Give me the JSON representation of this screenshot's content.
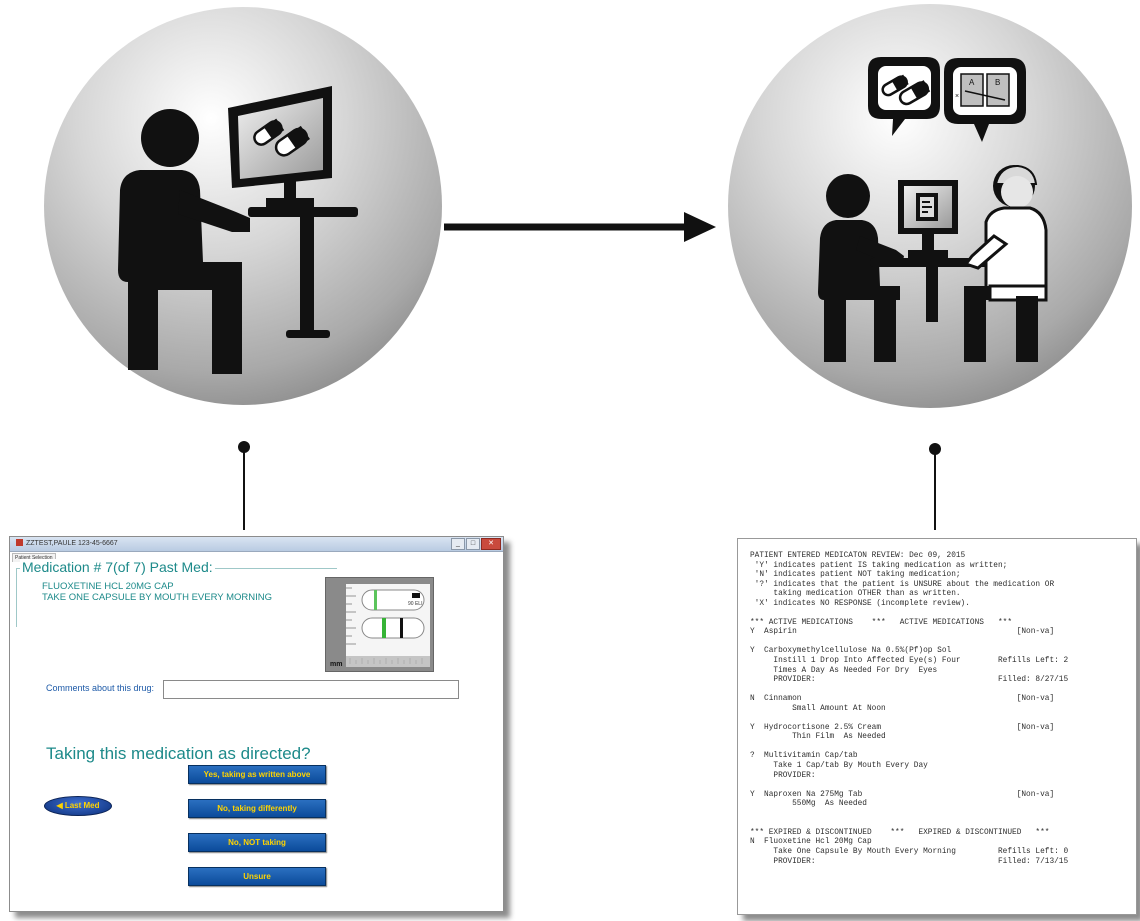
{
  "left_window": {
    "title": "ZZTEST,PAULE  123-45-6667",
    "tab_label": "Patient Selection",
    "controls": [
      "_",
      "□",
      "✕"
    ],
    "medication_header": "Medication # 7(of 7) Past Med:",
    "drug_name": "FLUOXETINE HCL 20MG CAP",
    "drug_sig": "TAKE ONE CAPSULE BY MOUTH EVERY MORNING",
    "pill_imprint": "90\nELI",
    "scale_unit": "mm",
    "comments_label": "Comments about this drug:",
    "comments_value": "",
    "question": "Taking this medication as directed?",
    "buttons": {
      "yes": "Yes, taking as written above",
      "differently": "No, taking differently",
      "not_taking": "No, NOT taking",
      "unsure": "Unsure"
    },
    "last_med": "Last Med"
  },
  "report": {
    "lines": [
      "PATIENT ENTERED MEDICATON REVIEW: Dec 09, 2015",
      " 'Y' indicates patient IS taking medication as written;",
      " 'N' indicates patient NOT taking medication;",
      " '?' indicates that the patient is UNSURE about the medication OR",
      "     taking medication OTHER than as written.",
      " 'X' indicates NO RESPONSE (incomplete review).",
      "",
      "*** ACTIVE MEDICATIONS    ***   ACTIVE MEDICATIONS   ***",
      "Y  Aspirin                                               [Non-va]",
      "",
      "Y  Carboxymethylcellulose Na 0.5%(Pf)op Sol",
      "     Instill 1 Drop Into Affected Eye(s) Four        Refills Left: 2",
      "     Times A Day As Needed For Dry  Eyes",
      "     PROVIDER:                                       Filled: 8/27/15",
      "",
      "N  Cinnamon                                              [Non-va]",
      "         Small Amount At Noon",
      "",
      "Y  Hydrocortisone 2.5% Cream                             [Non-va]",
      "         Thin Film  As Needed",
      "",
      "?  Multivitamin Cap/tab",
      "     Take 1 Cap/tab By Mouth Every Day",
      "     PROVIDER:",
      "",
      "Y  Naproxen Na 275Mg Tab                                 [Non-va]",
      "         550Mg  As Needed",
      "",
      "",
      "*** EXPIRED & DISCONTINUED    ***   EXPIRED & DISCONTINUED   ***",
      "N  Fluoxetine Hcl 20Mg Cap",
      "     Take One Capsule By Mouth Every Morning         Refills Left: 0",
      "     PROVIDER:                                       Filled: 7/13/15"
    ]
  },
  "icons": {
    "left_circle": "patient-at-computer-icon",
    "right_circle": "patient-with-clinician-icon",
    "arrow": "arrow-right-icon"
  },
  "colors": {
    "teal_text": "#1d8a8a",
    "button_blue": "#0b4b9a",
    "button_text": "#ffd400",
    "figure": "#111111"
  }
}
